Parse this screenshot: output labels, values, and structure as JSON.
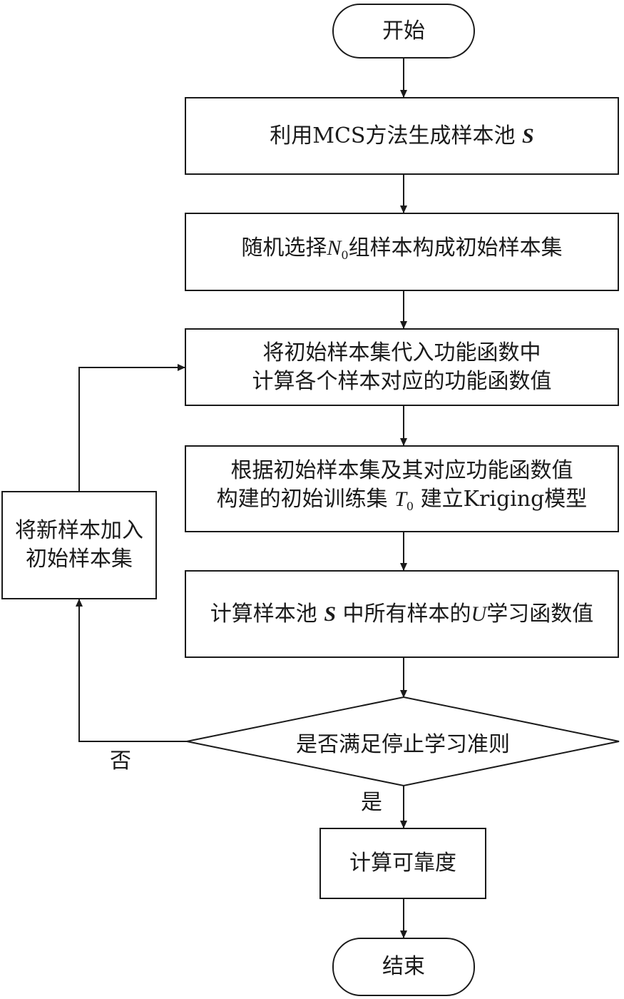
{
  "flowchart": {
    "start": "开始",
    "step1": {
      "pre": "利用MCS方法生成样本池 ",
      "var": "S",
      "post": ""
    },
    "step2": {
      "pre": "随机选择",
      "var": "N",
      "sub": "0",
      "post": "组样本构成初始样本集"
    },
    "step3": {
      "line1": "将初始样本集代入功能函数中",
      "line2": "计算各个样本对应的功能函数值"
    },
    "step4": {
      "line1": "根据初始样本集及其对应功能函数值",
      "line2_pre": "构建的初始训练集 ",
      "var": "T",
      "sub": "0",
      "line2_post": " 建立Kriging模型"
    },
    "step5": {
      "pre": "计算样本池 ",
      "var": "S",
      "mid": " 中所有样本的",
      "var2": "U",
      "post": "学习函数值"
    },
    "decision": "是否满足停止学习准则",
    "loop_box": {
      "line1": "将新样本加入",
      "line2": "初始样本集"
    },
    "yes_label": "是",
    "no_label": "否",
    "step6": "计算可靠度",
    "end": "结束"
  }
}
